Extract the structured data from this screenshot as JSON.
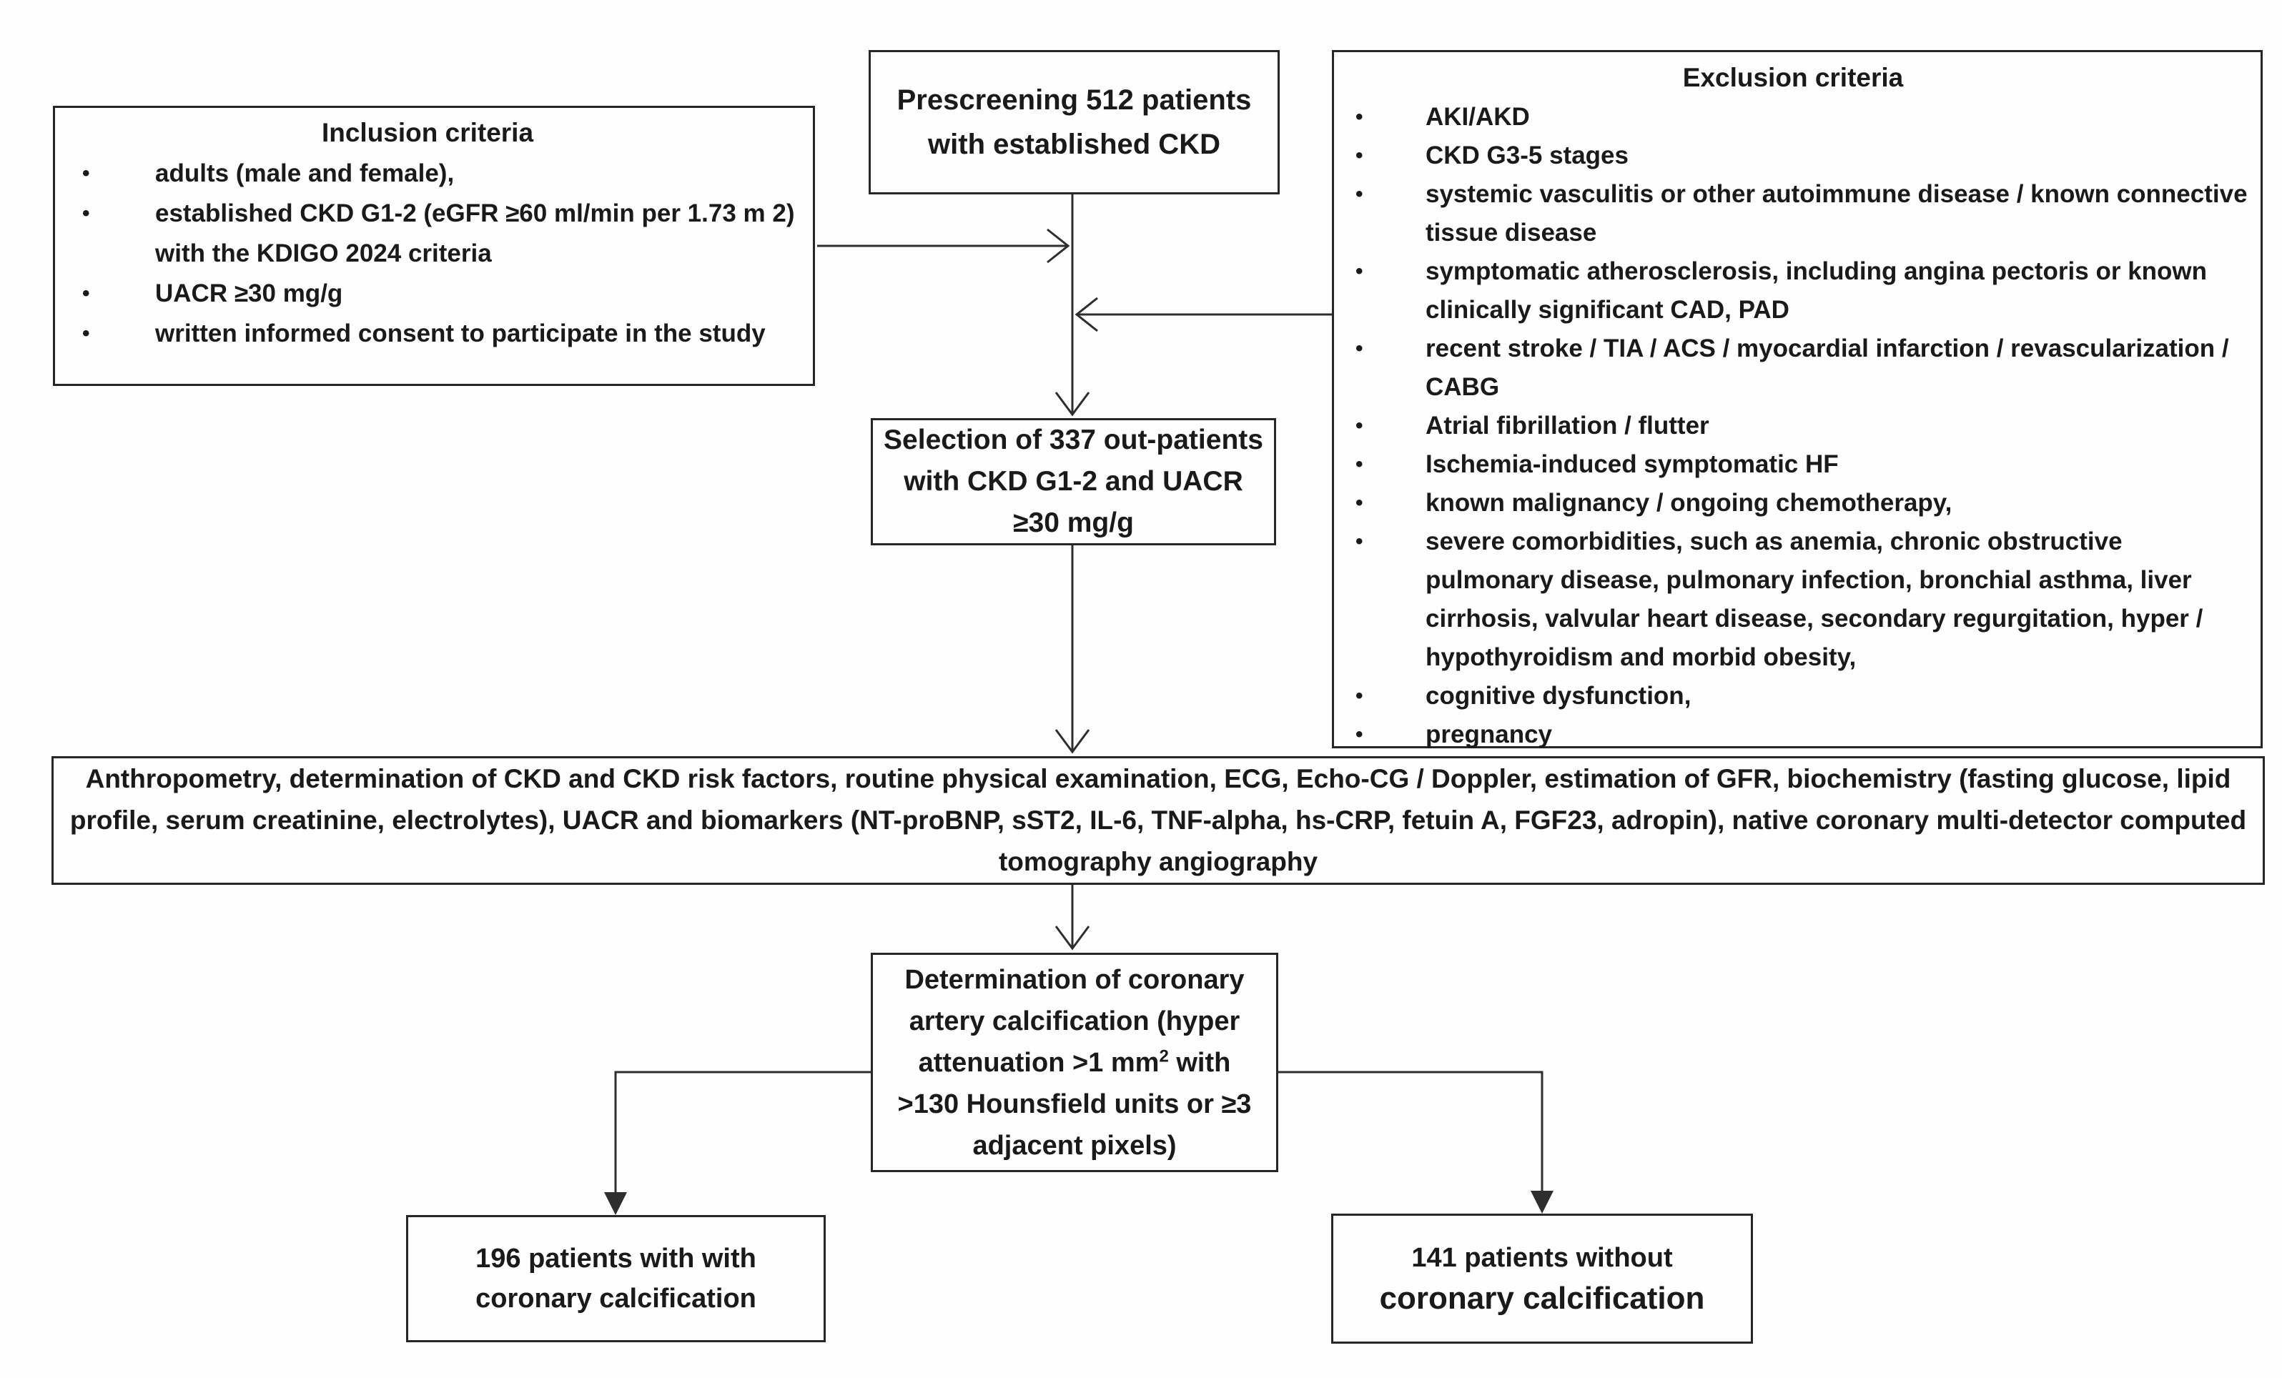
{
  "flowchart": {
    "inclusion": {
      "title": "Inclusion criteria",
      "items": [
        "adults (male and female),",
        "established CKD G1-2 (eGFR ≥60 ml/min per 1.73 m 2) with the KDIGO 2024 criteria",
        "UACR ≥30 mg/g",
        "written informed consent to participate in the study"
      ]
    },
    "prescreening": {
      "text": "Prescreening 512 patients with established CKD"
    },
    "exclusion": {
      "title": "Exclusion criteria",
      "items": [
        "AKI/AKD",
        "CKD G3-5 stages",
        "systemic vasculitis or other autoimmune disease / known connective tissue disease",
        "symptomatic atherosclerosis, including angina pectoris or known clinically significant CAD, PAD",
        "recent stroke / TIA / ACS / myocardial infarction / revascularization / CABG",
        "Atrial fibrillation / flutter",
        "Ischemia-induced symptomatic HF",
        "known malignancy / ongoing chemotherapy,",
        "severe comorbidities, such as anemia, chronic obstructive pulmonary disease, pulmonary infection, bronchial asthma, liver cirrhosis, valvular heart disease, secondary regurgitation, hyper / hypothyroidism and morbid obesity,",
        "cognitive dysfunction,",
        "pregnancy"
      ]
    },
    "selection": {
      "text": "Selection of 337 out-patients with CKD G1-2 and UACR ≥30 mg/g"
    },
    "assessment": {
      "text": "Anthropometry, determination of CKD and CKD risk factors, routine physical examination, ECG, Echo-CG / Doppler, estimation of GFR, biochemistry (fasting glucose, lipid profile, serum creatinine, electrolytes), UACR and biomarkers (NT-proBNP, sST2, IL-6, TNF-alpha, hs-CRP, fetuin A, FGF23, adropin), native coronary multi-detector computed tomography angiography"
    },
    "determination": {
      "text_part1": "Determination of coronary artery calcification (hyper attenuation >1 mm",
      "superscript": "2",
      "text_part2": " with >130 Hounsfield units or ≥3 adjacent pixels)"
    },
    "with_calcification": {
      "line1": "196 patients with with",
      "line2": "coronary calcification"
    },
    "without_calcification": {
      "line1": "141 patients without",
      "line2": "coronary calcification"
    }
  },
  "colors": {
    "border": "#262626",
    "line": "#2e2e2e",
    "text": "#1a1a1a",
    "background": "#fefefe"
  }
}
